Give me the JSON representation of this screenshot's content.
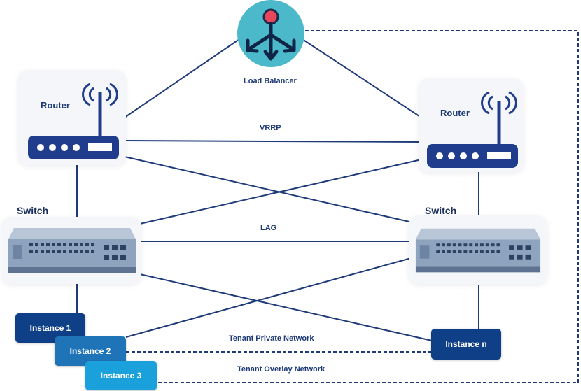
{
  "nodes": {
    "load_balancer": {
      "label": "Load Balancer",
      "icon": "load-balancer-icon"
    },
    "router_left": {
      "label": "Router",
      "icon": "router-icon"
    },
    "router_right": {
      "label": "Router",
      "icon": "router-icon"
    },
    "switch_left": {
      "label": "Switch",
      "icon": "switch-icon"
    },
    "switch_right": {
      "label": "Switch",
      "icon": "switch-icon"
    }
  },
  "instances": [
    {
      "label": "Instance 1"
    },
    {
      "label": "Instance 2"
    },
    {
      "label": "Instance 3"
    },
    {
      "label": "Instance n"
    }
  ],
  "links": {
    "vrrp": "VRRP",
    "lag": "LAG",
    "tenant_private": "Tenant Private Network",
    "tenant_overlay": "Tenant Overlay Network"
  },
  "colors": {
    "line": "#1e3a78",
    "device": "#1f3d8c",
    "load_balancer": "#4bb9c9",
    "load_balancer_dot": "#e8465a",
    "instance_dark": "#0f3f86",
    "instance_mid": "#1f74b8",
    "instance_light": "#1aa1dc"
  }
}
